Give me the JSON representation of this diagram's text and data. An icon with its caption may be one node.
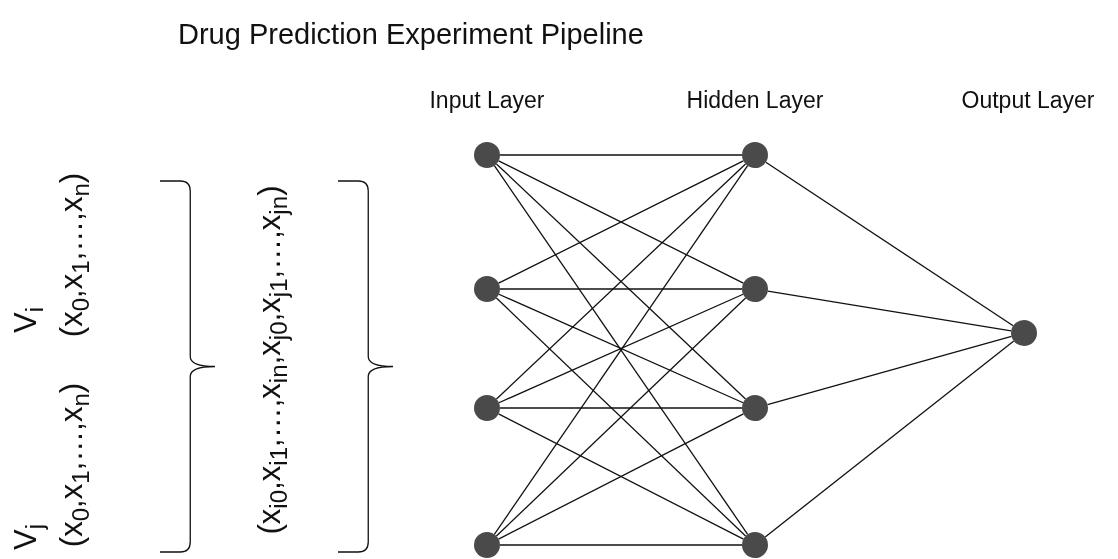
{
  "diagram": {
    "title": "Drug Prediction Experiment Pipeline",
    "nodes": [
      {
        "text": [],
        "shape": "circle"
      },
      {
        "text": [],
        "shape": "circle"
      },
      {
        "text": [],
        "shape": "circle"
      },
      {
        "text": [],
        "shape": "circle"
      },
      {
        "text": [],
        "shape": "circle"
      },
      {
        "text": [],
        "shape": "circle"
      },
      {
        "text": [],
        "shape": "circle"
      },
      {
        "text": [],
        "shape": "circle"
      },
      {
        "text": [],
        "shape": "circle"
      }
    ],
    "edges": [
      {
        "from": 0,
        "to": 4,
        "arrow": "none"
      },
      {
        "from": 0,
        "to": 5,
        "arrow": "none"
      },
      {
        "from": 0,
        "to": 6,
        "arrow": "none"
      },
      {
        "from": 0,
        "to": 7,
        "arrow": "none"
      },
      {
        "from": 1,
        "to": 4,
        "arrow": "none"
      },
      {
        "from": 1,
        "to": 5,
        "arrow": "none"
      },
      {
        "from": 1,
        "to": 6,
        "arrow": "none"
      },
      {
        "from": 1,
        "to": 7,
        "arrow": "none"
      },
      {
        "from": 2,
        "to": 4,
        "arrow": "none"
      },
      {
        "from": 2,
        "to": 5,
        "arrow": "none"
      },
      {
        "from": 2,
        "to": 6,
        "arrow": "none"
      },
      {
        "from": 2,
        "to": 7,
        "arrow": "none"
      },
      {
        "from": 3,
        "to": 4,
        "arrow": "none"
      },
      {
        "from": 3,
        "to": 5,
        "arrow": "none"
      },
      {
        "from": 3,
        "to": 6,
        "arrow": "none"
      },
      {
        "from": 3,
        "to": 7,
        "arrow": "none"
      },
      {
        "from": 4,
        "to": 8,
        "arrow": "none"
      },
      {
        "from": 5,
        "to": 8,
        "arrow": "none"
      },
      {
        "from": 6,
        "to": 8,
        "arrow": "none"
      },
      {
        "from": 7,
        "to": 8,
        "arrow": "none"
      }
    ],
    "labels": [
      "V$_{i}$",
      "(x$_{0}$,x$_{1}$,…,x$_{n}$)",
      "(x$_{0}$,x$_{1}$,…,x$_{n}$)",
      "V$_{j}$",
      "(x$_{i0}$,x$_{i1}$,…,x$_{in}$,x$_{j0}$,x$_{j1}$,…,x$_{jn}$)",
      "Input Layer",
      "Hidden Layer",
      "Output Layer"
    ]
  }
}
